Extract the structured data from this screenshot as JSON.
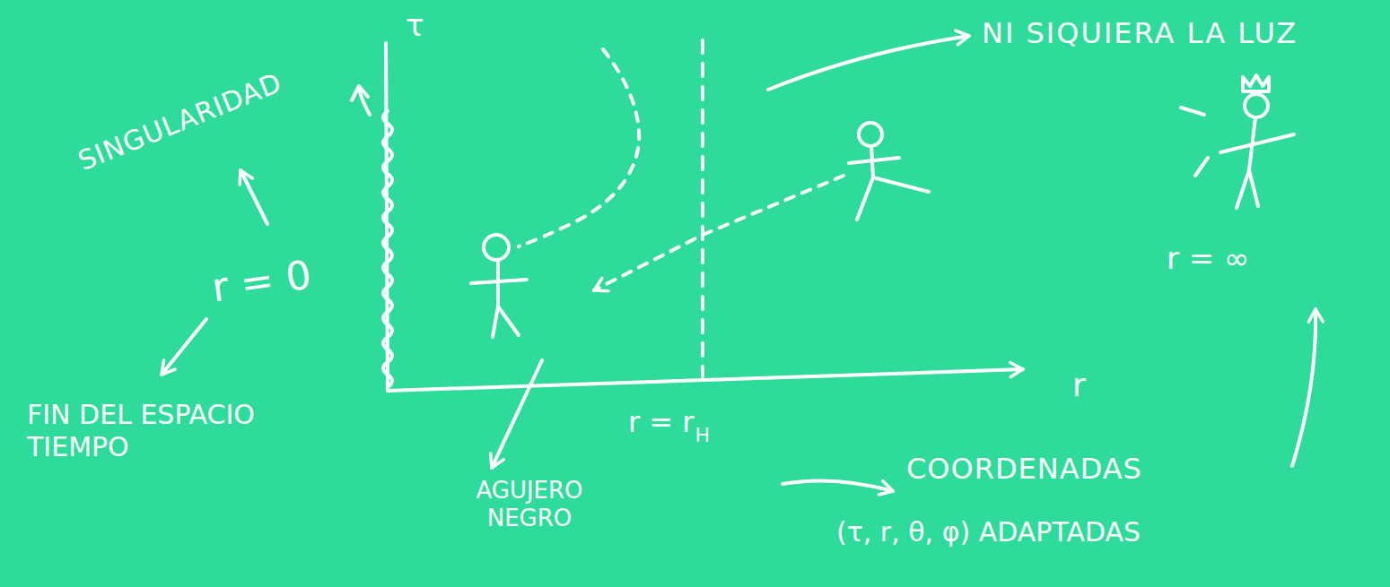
{
  "diagram": {
    "labels": [
      "SINGULARIDAD",
      "τ",
      "NI SIQUIERA LA LUZ",
      "r = 0",
      "r = ∞",
      "r",
      "FIN DEL ESPACIO TIEMPO",
      "AGUJERO NEGRO",
      "r = r",
      "H",
      "COORDENADAS",
      "(τ, r, θ, φ) ADAPTADAS"
    ]
  }
}
